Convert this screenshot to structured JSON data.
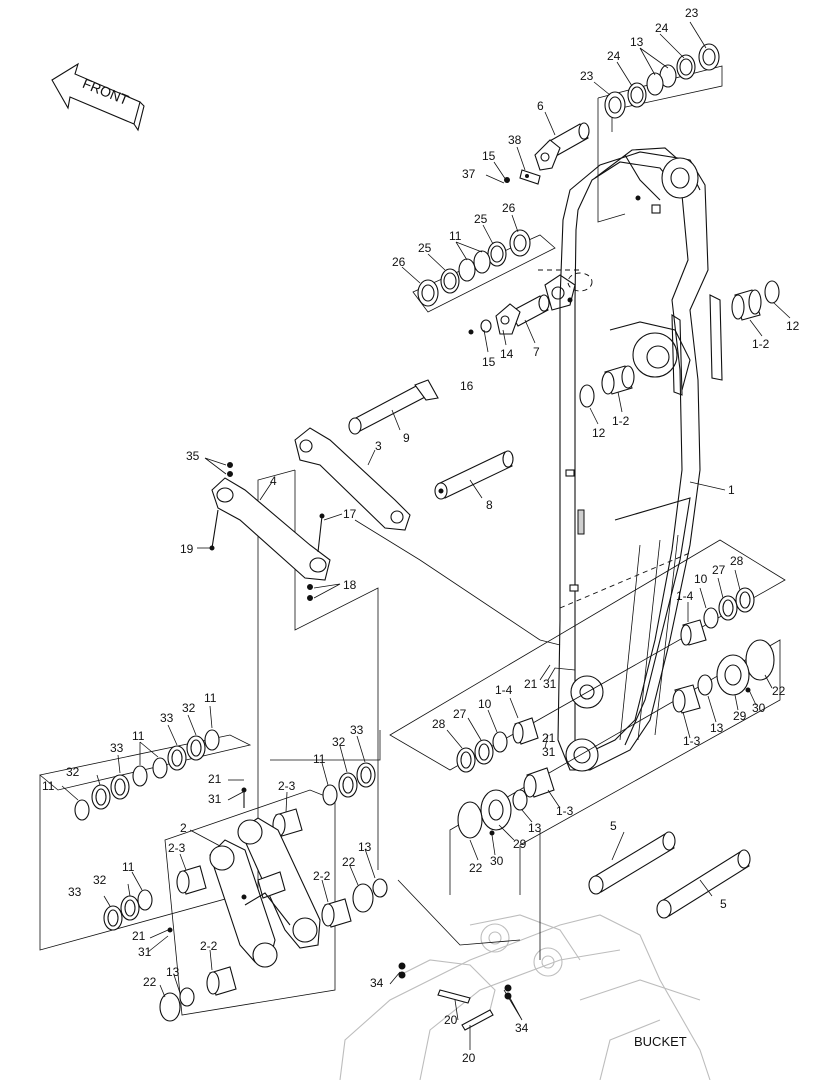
{
  "front_label": "FRONT",
  "bucket_label": "BUCKET",
  "callouts": {
    "c23a": "23",
    "c24a": "24",
    "c13a": "13",
    "c24b": "24",
    "c23b": "23",
    "c6": "6",
    "c38": "38",
    "c15a": "15",
    "c37": "37",
    "c26a": "26",
    "c25a": "25",
    "c11a": "11",
    "c25b": "25",
    "c26b": "26",
    "c15b": "15",
    "c14": "14",
    "c7": "7",
    "c16": "16",
    "c12a": "12",
    "c1_2a": "1-2",
    "c12b": "12",
    "c1_2b": "1-2",
    "c9": "9",
    "c3": "3",
    "c8": "8",
    "c1": "1",
    "c35": "35",
    "c4": "4",
    "c17": "17",
    "c19": "19",
    "c18": "18",
    "c28a": "28",
    "c27a": "27",
    "c10a": "10",
    "c1_4a": "1-4",
    "c22a": "22",
    "c30a": "30",
    "c29a": "29",
    "c13b": "13",
    "c1_3a": "1-3",
    "c21a": "21",
    "c31a": "31",
    "c1_4b": "1-4",
    "c10b": "10",
    "c27b": "27",
    "c28b": "28",
    "c21b": "21",
    "c31b": "31",
    "c13c": "13",
    "c1_3b": "1-3",
    "c29b": "29",
    "c30b": "30",
    "c22b": "22",
    "c11b": "11",
    "c32a": "32",
    "c33a": "33",
    "c11c": "11",
    "c33b": "33",
    "c32b": "32",
    "c11d": "11",
    "c21c": "21",
    "c31c": "31",
    "c2_3a": "2-3",
    "c33c": "33",
    "c32c": "32",
    "c11e": "11",
    "c2": "2",
    "c2_3b": "2-3",
    "c11f": "11",
    "c32d": "32",
    "c33d": "33",
    "c22c": "22",
    "c13d": "13",
    "c2_2a": "2-2",
    "c5a": "5",
    "c5b": "5",
    "c21d": "21",
    "c31d": "31",
    "c2_2b": "2-2",
    "c22d": "22",
    "c13e": "13",
    "c34a": "34",
    "c34b": "34",
    "c20a": "20",
    "c20b": "20"
  }
}
